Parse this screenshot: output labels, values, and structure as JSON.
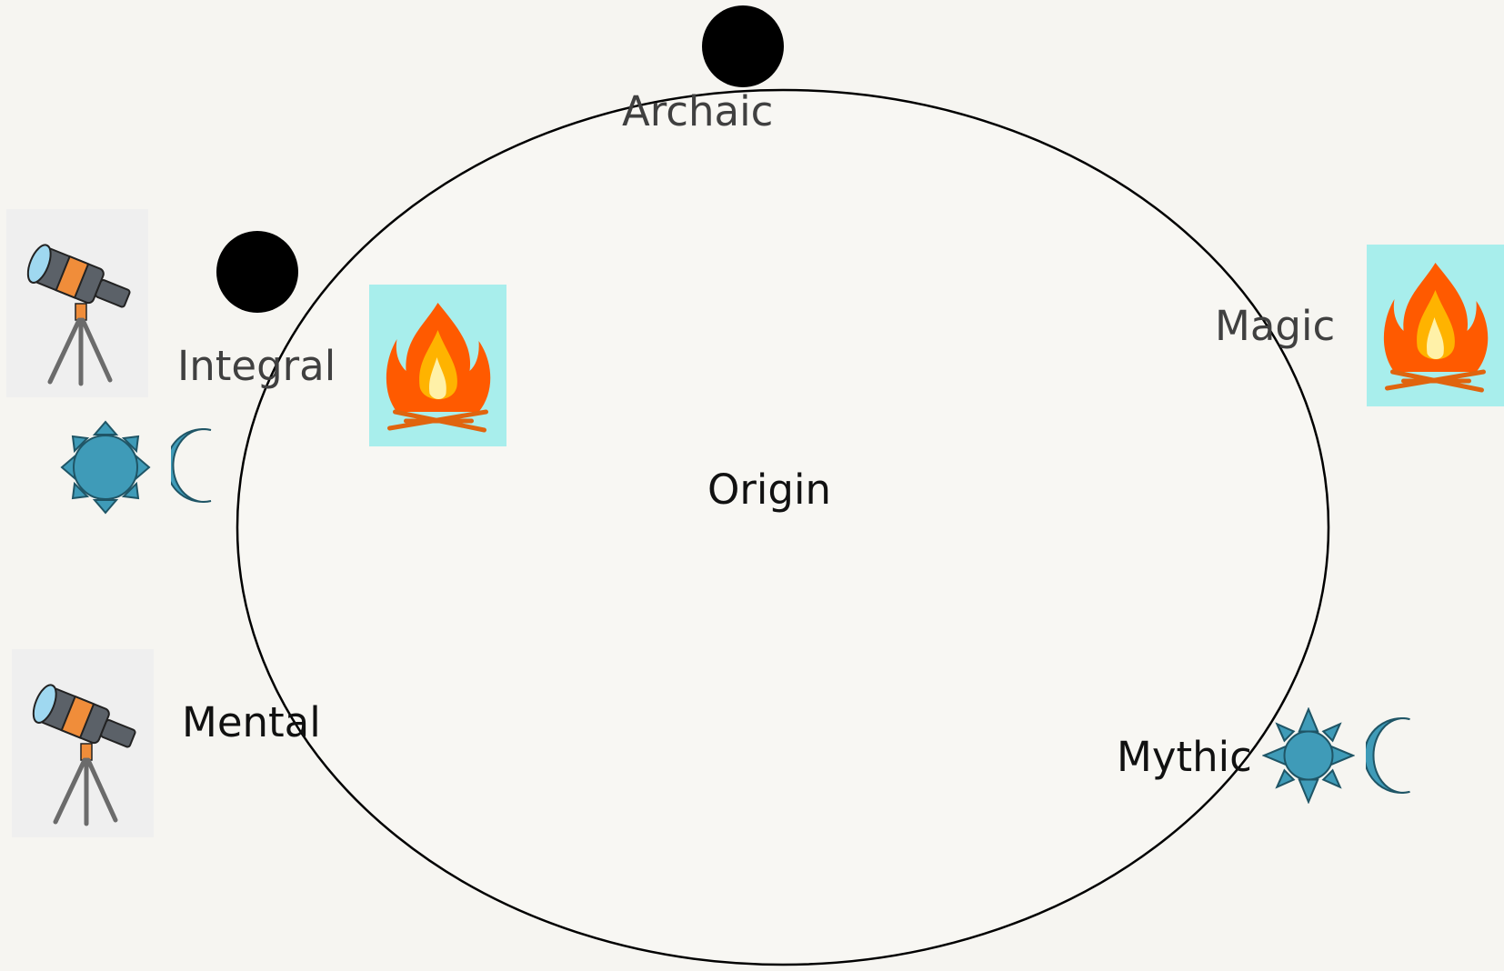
{
  "diagram": {
    "center_label": "Origin",
    "stages": [
      {
        "id": "archaic",
        "label": "Archaic"
      },
      {
        "id": "magic",
        "label": "Magic"
      },
      {
        "id": "mythic",
        "label": "Mythic"
      },
      {
        "id": "mental",
        "label": "Mental"
      },
      {
        "id": "integral",
        "label": "Integral"
      }
    ],
    "icons": {
      "dot": "black-circle-icon",
      "fire": "campfire-icon",
      "telescope": "telescope-icon",
      "sun": "sun-icon",
      "moon": "crescent-moon-icon"
    },
    "colors": {
      "background": "#f6f5f1",
      "dot": "#000000",
      "fire_tile": "#a8eeec",
      "flame_outer": "#ff5a00",
      "flame_inner": "#ffb300",
      "sun_moon": "#3f9bb8",
      "sun_moon_stroke": "#1f5566",
      "scope_orange": "#f08d3a",
      "scope_body": "#5b6168"
    }
  }
}
